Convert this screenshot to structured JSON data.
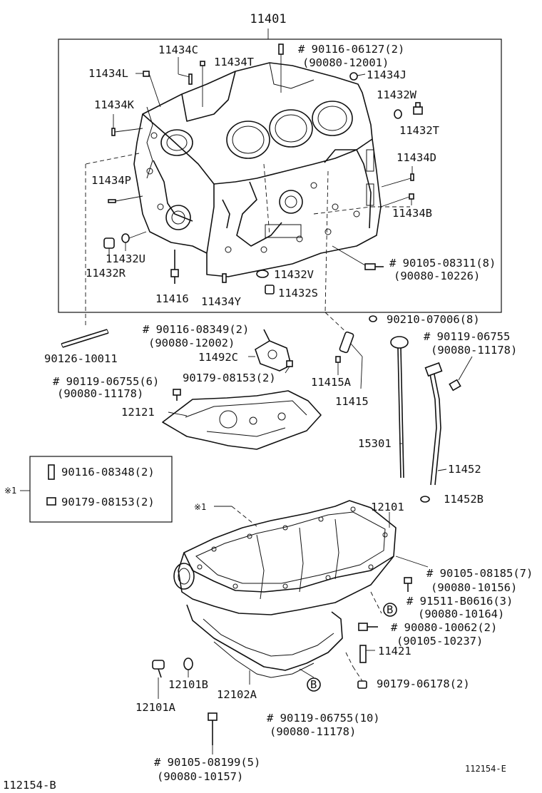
{
  "labels": {
    "assembly": "11401",
    "l_11434C": "11434C",
    "l_11434T": "11434T",
    "l_11434L": "11434L",
    "l_11434K": "11434K",
    "l_11434P": "11434P",
    "l_11434J": "11434J",
    "l_11432W": "11432W",
    "l_11432T": "11432T",
    "l_11434D": "11434D",
    "l_11434B": "11434B",
    "l_11432U": "11432U",
    "l_11432R": "11432R",
    "l_11416": "11416",
    "l_11434Y": "11434Y",
    "l_11432V": "11432V",
    "l_11432S": "11432S",
    "bolt_top_1": "# 90116-06127(2)",
    "bolt_top_2": "(90080-12001)",
    "bolt_right_1": "# 90105-08311(8)",
    "bolt_right_2": "(90080-10226)",
    "l_90210": "90210-07006(8)",
    "l_90126": "90126-10011",
    "stud_1": "# 90116-08349(2)",
    "stud_2": "(90080-12002)",
    "l_11492C": "11492C",
    "l_90179_08153": "90179-08153(2)",
    "bolt_left_1": "# 90119-06755(6)",
    "bolt_left_2": "(90080-11178)",
    "l_12121": "12121",
    "l_11415A": "11415A",
    "l_11415": "11415",
    "bolt_gauge_1": "# 90119-06755",
    "bolt_gauge_2": "(90080-11178)",
    "l_15301": "15301",
    "l_11452": "11452",
    "l_11452B": "11452B",
    "ref1_mark": "※1",
    "ref1_stud": "90116-08348(2)",
    "ref1_nut": "90179-08153(2)",
    "pan_ref": "※1",
    "l_12101": "12101",
    "pan_bolt_1": "# 90105-08185(7)",
    "pan_bolt_2": "(90080-10156)",
    "circle_b": "B",
    "pan_bolt_b_1": "# 91511-B0616(3)",
    "pan_bolt_b_2": "(90080-10164)",
    "pan_bolt_c_1": "# 90080-10062(2)",
    "pan_bolt_c_2": "(90105-10237)",
    "l_11421": "11421",
    "l_90179_06178": "90179-06178(2)",
    "l_12101B": "12101B",
    "l_12102A": "12102A",
    "l_12101A": "12101A",
    "pan_lower_bolt_1": "# 90119-06755(10)",
    "pan_lower_bolt_2": "(90080-11178)",
    "bottom_bolt_1": "# 90105-08199(5)",
    "bottom_bolt_2": "(90080-10157)",
    "fig_code": "112154-E",
    "page_code": "112154-B"
  }
}
